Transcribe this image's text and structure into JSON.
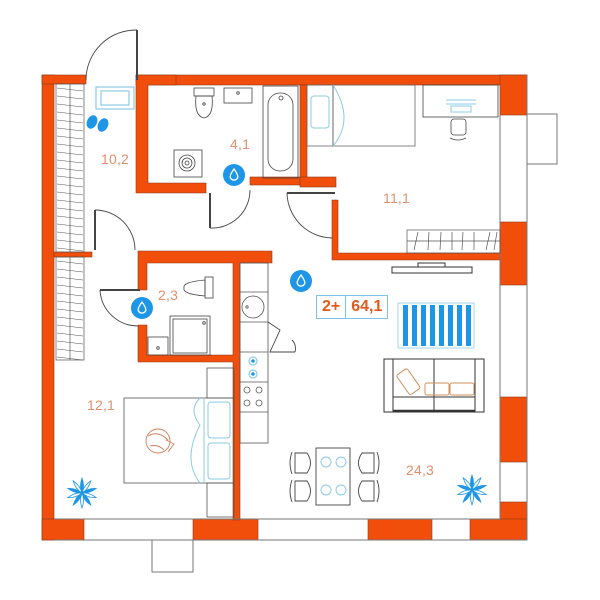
{
  "plan": {
    "summary": {
      "rooms": "2+",
      "total_area": "64,1"
    },
    "rooms": [
      {
        "id": "hallway",
        "area": "10,2"
      },
      {
        "id": "bathroom",
        "area": "4,1"
      },
      {
        "id": "bedroom-small",
        "area": "11,1"
      },
      {
        "id": "wc",
        "area": "2,3"
      },
      {
        "id": "bedroom",
        "area": "12,1"
      },
      {
        "id": "living-kitchen",
        "area": "24,3"
      }
    ],
    "colors": {
      "wall": "#f04e0a",
      "furniture_outline": "#555555",
      "accent_blue": "#1e96e8",
      "light_blue": "#8ccbe6",
      "area_label": "#e0906a",
      "badge_text": "#e05a1e"
    },
    "icons": [
      "water-drop-icon",
      "water-drop-icon",
      "water-drop-icon",
      "slippers-icon",
      "plant-icon",
      "plant-icon"
    ]
  }
}
